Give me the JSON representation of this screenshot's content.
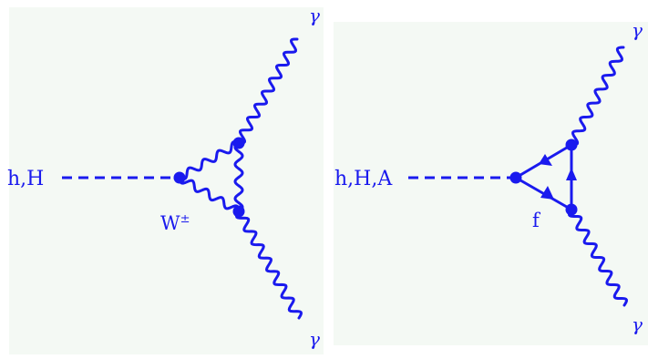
{
  "colors": {
    "ink": "#1a1aee",
    "panel_bg": "#f4f9f4",
    "page_bg": "#ffffff"
  },
  "diagrams": [
    {
      "external_label": "h,H",
      "photon_top_label": "γ",
      "photon_bottom_label": "γ",
      "loop_label": "W±",
      "loop_particle": "W",
      "loop_particle_charge": "±",
      "loop_type": "wavy"
    },
    {
      "external_label": "h,H,A",
      "photon_top_label": "γ",
      "photon_bottom_label": "γ",
      "loop_label": "f",
      "loop_type": "fermion-arrows"
    }
  ]
}
